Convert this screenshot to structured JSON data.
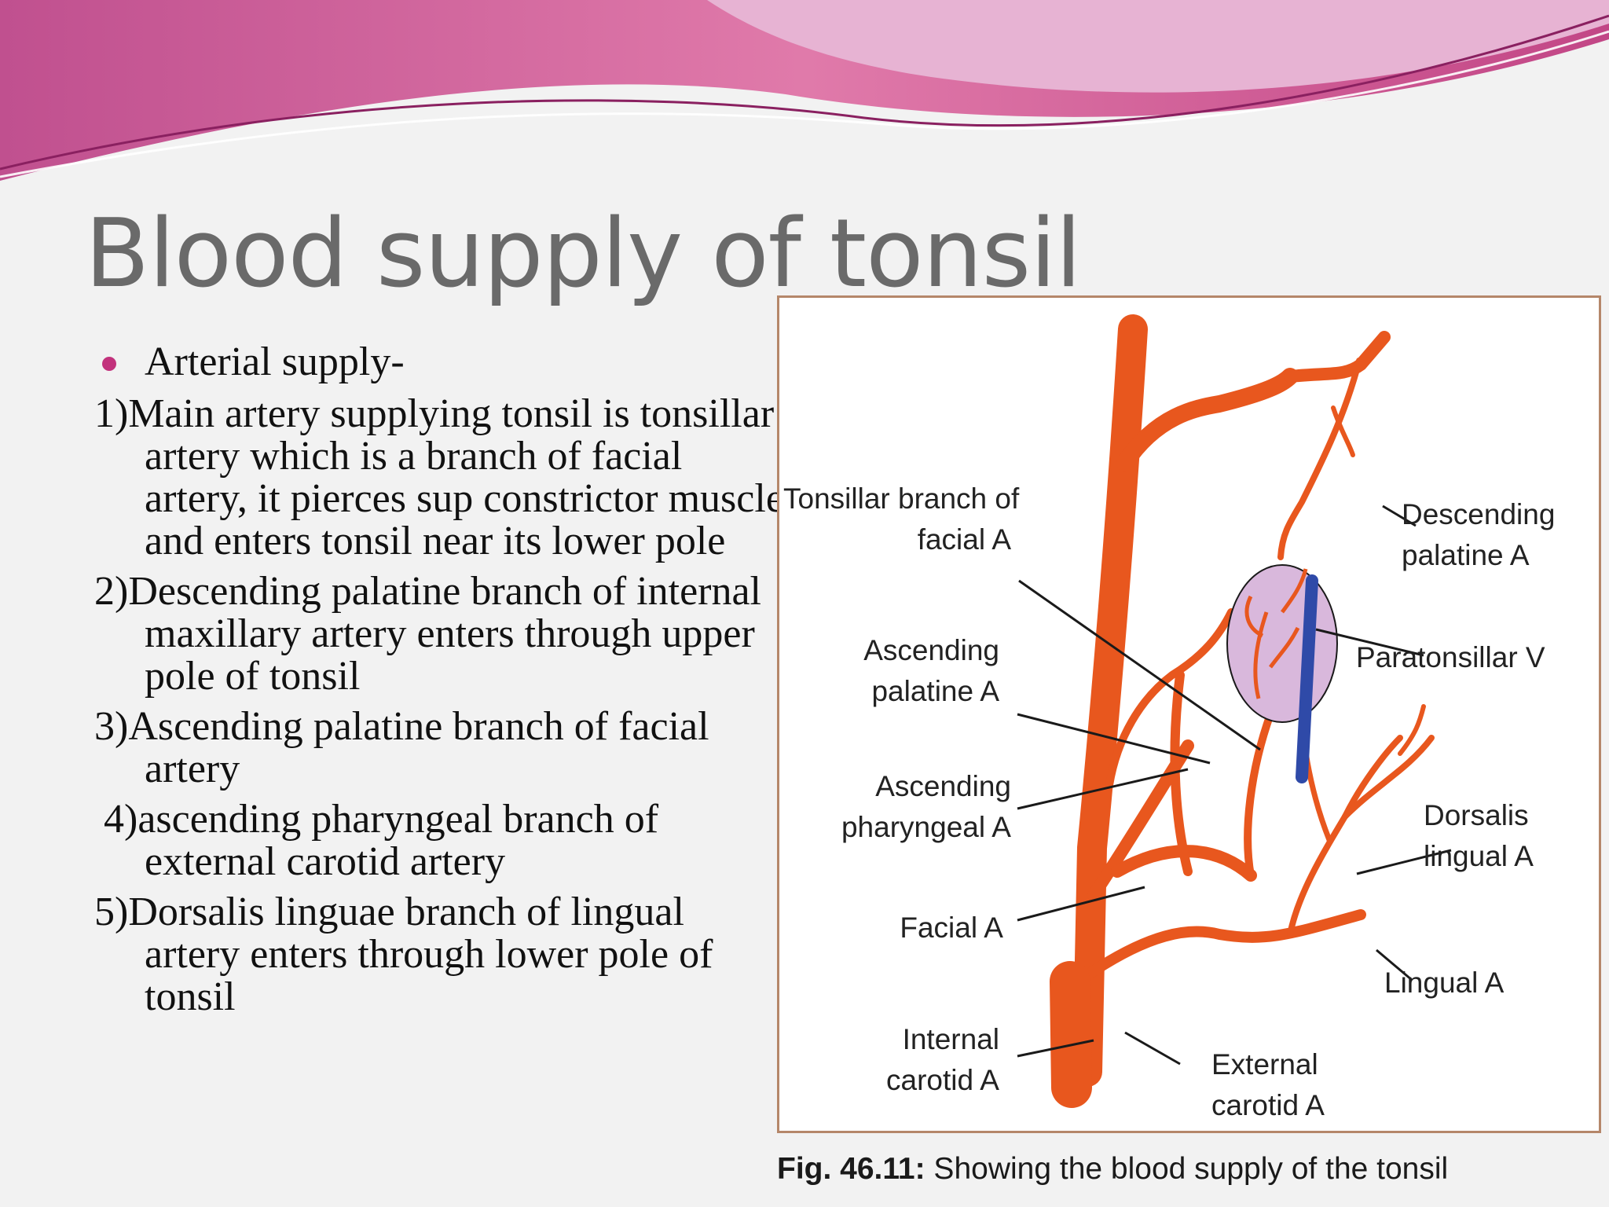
{
  "slide": {
    "title": "Blood supply of tonsil",
    "bullet": "Arterial supply-",
    "items": [
      "1)Main artery supplying tonsil is tonsillar artery which is a branch of facial artery, it pierces sup constrictor muscle and enters tonsil near its lower pole",
      "2)Descending palatine branch of internal maxillary artery enters through upper pole of tonsil",
      "3)Ascending palatine branch of facial artery",
      "4)ascending pharyngeal branch of external carotid artery",
      "5)Dorsalis linguae branch of lingual artery enters through lower pole of tonsil"
    ]
  },
  "figure": {
    "labels": {
      "tonsillar_branch": "Tonsillar branch of facial A",
      "ascending_palatine": "Ascending palatine A",
      "ascending_pharyngeal": "Ascending pharyngeal A",
      "facial": "Facial A",
      "internal_carotid": "Internal carotid A",
      "descending_palatine": "Descending palatine A",
      "paratonsillar_v": "Paratonsillar V",
      "dorsalis_lingual": "Dorsalis lingual A",
      "lingual": "Lingual A",
      "external_carotid": "External carotid A"
    },
    "caption_number": "Fig. 46.11:",
    "caption_text": " Showing the blood supply of the tonsil"
  },
  "colors": {
    "artery": "#e8571e",
    "vein": "#2f4aa8",
    "tonsil": "#d9b8dc",
    "bullet": "#c2327c",
    "banner_pink": "#d75fa0",
    "banner_light": "#e7b3d3"
  }
}
